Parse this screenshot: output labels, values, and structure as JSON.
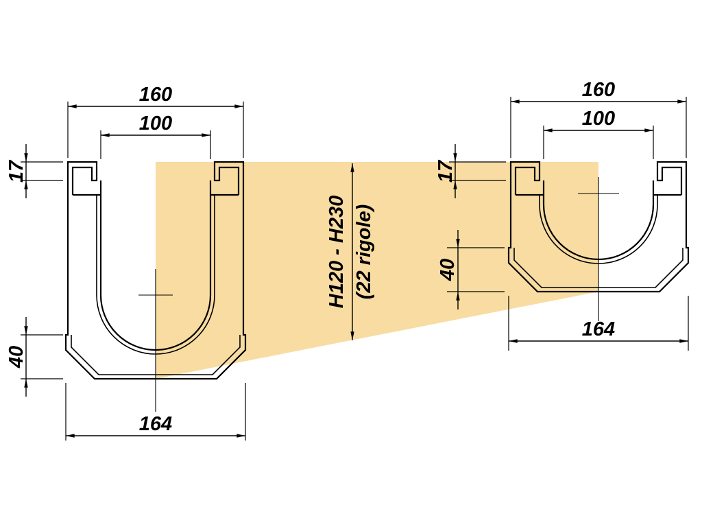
{
  "colors": {
    "highlight_fill": "#f8dca2",
    "line_color": "#000000"
  },
  "annotation": {
    "height_range": "H120 - H230",
    "variant_count": "(22 rigole)"
  },
  "left_profile": {
    "top_width": "160",
    "inner_width": "100",
    "edge_height": "17",
    "base_height": "40",
    "bottom_width": "164"
  },
  "right_profile": {
    "top_width": "160",
    "inner_width": "100",
    "edge_height": "17",
    "base_height": "40",
    "bottom_width": "164"
  }
}
